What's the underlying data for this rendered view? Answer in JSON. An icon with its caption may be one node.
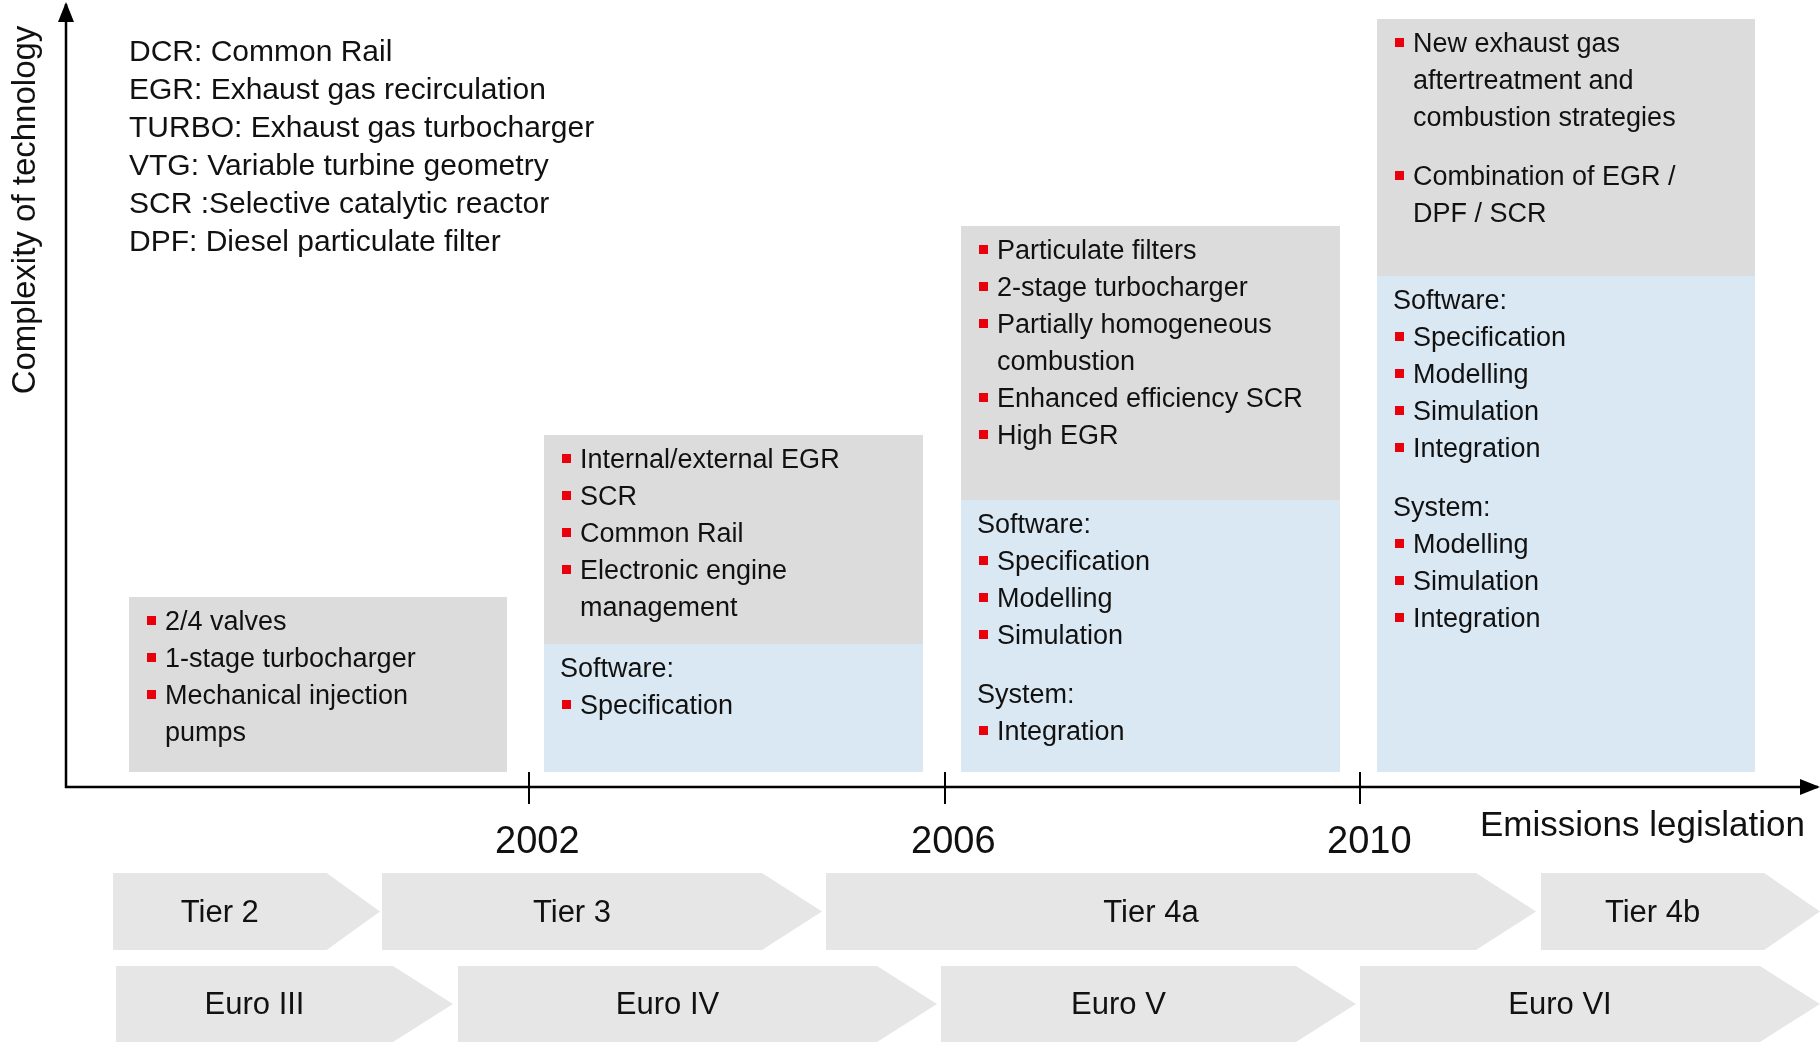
{
  "diagram": {
    "nodes": [
      {
        "text": [
          "2/4 valves",
          "1-stage turbocharger",
          "Mechanical injection pumps"
        ]
      },
      {
        "text": [
          "Internal/external EGR",
          "SCR",
          "Common Rail",
          "Electronic engine management"
        ]
      },
      {
        "text": [
          "Software:",
          "Specification"
        ]
      },
      {
        "text": [
          "Particulate filters",
          "2-stage turbocharger",
          "Partially homogeneous combustion",
          "Enhanced efficiency SCR",
          "High EGR"
        ]
      },
      {
        "text": [
          "Software:",
          "Specification",
          "Modelling",
          "Simulation",
          "System:",
          "Integration"
        ]
      },
      {
        "text": [
          "New exhaust gas aftertreatment and combustion strategies",
          "Combination of EGR / DPF / SCR"
        ]
      },
      {
        "text": [
          "Software:",
          "Specification",
          "Modelling",
          "Simulation",
          "Integration",
          "System:",
          "Modelling",
          "Simulation",
          "Integration"
        ]
      },
      {
        "text": [
          "Tier 2"
        ]
      },
      {
        "text": [
          "Tier 3"
        ]
      },
      {
        "text": [
          "Tier 4a"
        ]
      },
      {
        "text": [
          "Tier 4b"
        ]
      },
      {
        "text": [
          "Euro III"
        ]
      },
      {
        "text": [
          "Euro IV"
        ]
      },
      {
        "text": [
          "Euro V"
        ]
      },
      {
        "text": [
          "Euro VI"
        ]
      }
    ],
    "labels": [
      "DCR: Common Rail",
      "EGR: Exhaust gas recirculation",
      "TURBO:  Exhaust gas turbocharger",
      "VTG: Variable turbine geometry",
      "SCR :Selective catalytic reactor",
      "DPF: Diesel particulate filter",
      "Complexity of technology",
      "2002",
      "2006",
      "2010",
      "Emissions legislation"
    ]
  }
}
